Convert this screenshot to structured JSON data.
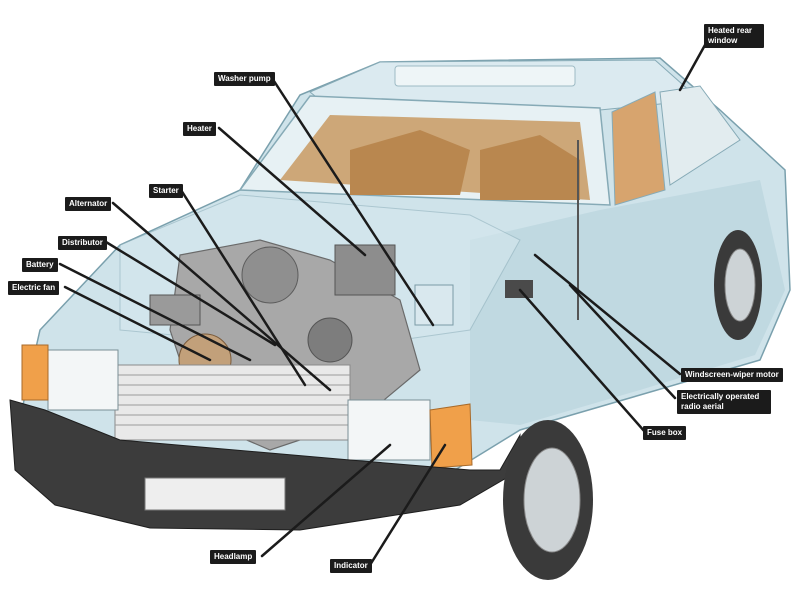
{
  "colors": {
    "body": "#cfe3ea",
    "body_shadow": "#a9c7d2",
    "glass": "#e7f1f4",
    "interior": "#c89a62",
    "bumper": "#3c3c3c",
    "tyre": "#3a3a3a",
    "indicator": "#f0a04a",
    "callout_bg": "#1b1b1b",
    "leader": "#1b1b1b"
  },
  "labels": {
    "washer_pump": "Washer pump",
    "heater": "Heater",
    "starter": "Starter",
    "alternator": "Alternator",
    "distributor": "Distributor",
    "battery": "Battery",
    "electric_fan": "Electric fan",
    "heated_rear_window": "Heated rear window",
    "windscreen_wiper_motor": "Windscreen-wiper motor",
    "electrically_operated_radio_aerial": "Electrically operated radio aerial",
    "fuse_box": "Fuse box",
    "headlamp": "Headlamp",
    "indicator": "Indicator"
  }
}
